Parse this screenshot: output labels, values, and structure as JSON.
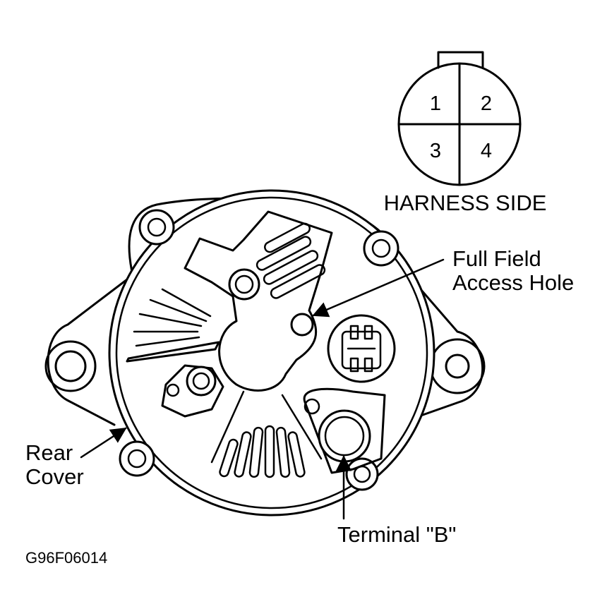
{
  "connector": {
    "pins": [
      "1",
      "2",
      "3",
      "4"
    ],
    "label": "HARNESS SIDE"
  },
  "callouts": {
    "full_field_line1": "Full Field",
    "full_field_line2": "Access Hole",
    "rear_cover_line1": "Rear",
    "rear_cover_line2": "Cover",
    "terminal_b": "Terminal \"B\""
  },
  "figure_id": "G96F06014"
}
